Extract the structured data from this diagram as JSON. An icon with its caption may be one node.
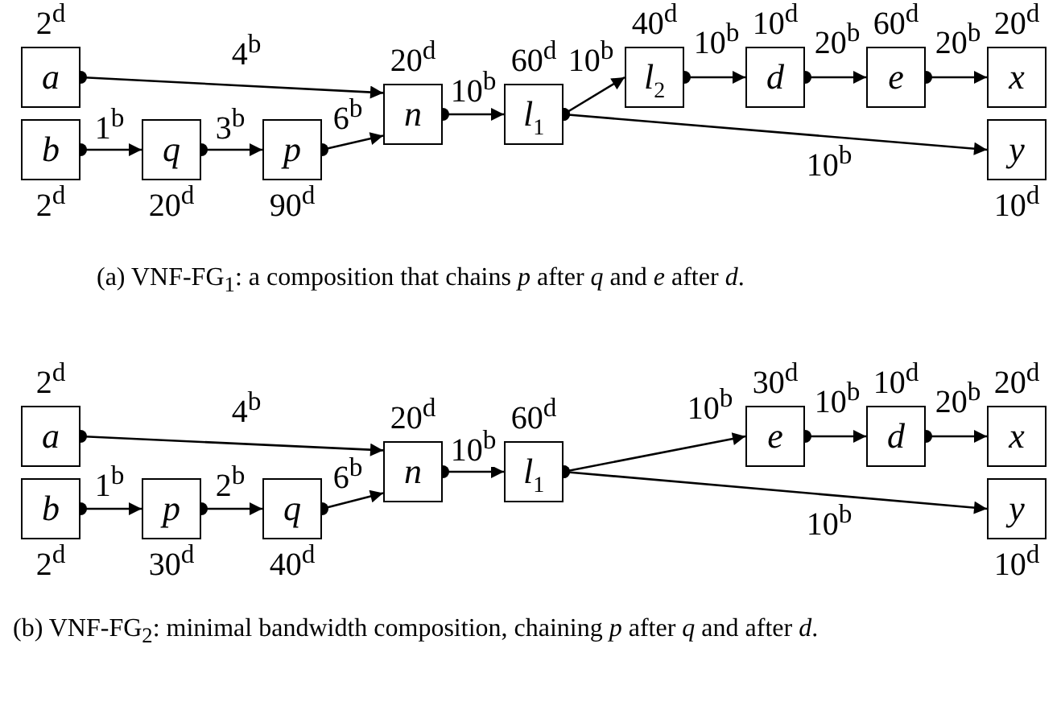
{
  "diagram": {
    "nodes": [
      {
        "text": [
          "a"
        ],
        "beside": [
          "2$^{d}$"
        ]
      },
      {
        "text": [
          "b"
        ],
        "beside": [
          "2$^{d}$"
        ]
      },
      {
        "text": [
          "q"
        ],
        "beside": [
          "20$^{d}$"
        ]
      },
      {
        "text": [
          "p"
        ],
        "beside": [
          "90$^{d}$"
        ]
      },
      {
        "text": [
          "n"
        ],
        "beside": [
          "20$^{d}$"
        ]
      },
      {
        "text": [
          "l$_{1}$"
        ],
        "beside": [
          "60$^{d}$"
        ]
      },
      {
        "text": [
          "l$_{2}$"
        ],
        "beside": [
          "40$^{d}$"
        ]
      },
      {
        "text": [
          "d"
        ],
        "beside": [
          "10$^{d}$"
        ]
      },
      {
        "text": [
          "e"
        ],
        "beside": [
          "60$^{d}$"
        ]
      },
      {
        "text": [
          "x"
        ],
        "beside": [
          "20$^{d}$"
        ]
      },
      {
        "text": [
          "y"
        ],
        "beside": [
          "10$^{d}$"
        ]
      },
      {
        "text": [
          "a"
        ],
        "beside": [
          "2$^{d}$"
        ]
      },
      {
        "text": [
          "b"
        ],
        "beside": [
          "2$^{d}$"
        ]
      },
      {
        "text": [
          "p"
        ],
        "beside": [
          "30$^{d}$"
        ]
      },
      {
        "text": [
          "q"
        ],
        "beside": [
          "40$^{d}$"
        ]
      },
      {
        "text": [
          "n"
        ],
        "beside": [
          "20$^{d}$"
        ]
      },
      {
        "text": [
          "l$_{1}$"
        ],
        "beside": [
          "60$^{d}$"
        ]
      },
      {
        "text": [
          "e"
        ],
        "beside": [
          "30$^{d}$"
        ]
      },
      {
        "text": [
          "d"
        ],
        "beside": [
          "10$^{d}$"
        ]
      },
      {
        "text": [
          "x"
        ],
        "beside": [
          "20$^{d}$"
        ]
      },
      {
        "text": [
          "y"
        ],
        "beside": [
          "10$^{d}$"
        ]
      }
    ],
    "edges": [
      {
        "from": 0,
        "to": 4,
        "arrow": "to",
        "label": "4$^{b}$"
      },
      {
        "from": 1,
        "to": 2,
        "arrow": "to",
        "label": "1$^{b}$"
      },
      {
        "from": 2,
        "to": 3,
        "arrow": "to",
        "label": "3$^{b}$"
      },
      {
        "from": 3,
        "to": 4,
        "arrow": "to",
        "label": "6$^{b}$"
      },
      {
        "from": 4,
        "to": 5,
        "arrow": "to",
        "label": "10$^{b}$"
      },
      {
        "from": 5,
        "to": 6,
        "arrow": "to",
        "label": "10$^{b}$"
      },
      {
        "from": 6,
        "to": 7,
        "arrow": "to",
        "label": "10$^{b}$"
      },
      {
        "from": 7,
        "to": 8,
        "arrow": "to",
        "label": "20$^{b}$"
      },
      {
        "from": 8,
        "to": 9,
        "arrow": "to",
        "label": "20$^{b}$"
      },
      {
        "from": 5,
        "to": 10,
        "arrow": "to",
        "label": "10$^{b}$"
      },
      {
        "from": 11,
        "to": 15,
        "arrow": "to",
        "label": "4$^{b}$"
      },
      {
        "from": 12,
        "to": 13,
        "arrow": "to",
        "label": "1$^{b}$"
      },
      {
        "from": 13,
        "to": 14,
        "arrow": "to",
        "label": "2$^{b}$"
      },
      {
        "from": 14,
        "to": 15,
        "arrow": "to",
        "label": "6$^{b}$"
      },
      {
        "from": 15,
        "to": 16,
        "arrow": "to",
        "label": "10$^{b}$"
      },
      {
        "from": 16,
        "to": 17,
        "arrow": "to",
        "label": "10$^{b}$"
      },
      {
        "from": 17,
        "to": 18,
        "arrow": "to",
        "label": "10$^{b}$"
      },
      {
        "from": 18,
        "to": 19,
        "arrow": "to",
        "label": "20$^{b}$"
      },
      {
        "from": 16,
        "to": 20,
        "arrow": "to",
        "label": "10$^{b}$"
      }
    ],
    "labels": [
      "(a) VNF-FG$_{1}$: a composition that chains *p* after *q* and *e* after *d*.",
      "(b) VNF-FG$_{2}$: minimal bandwidth composition, chaining *p* after *q* and after *d*."
    ]
  }
}
